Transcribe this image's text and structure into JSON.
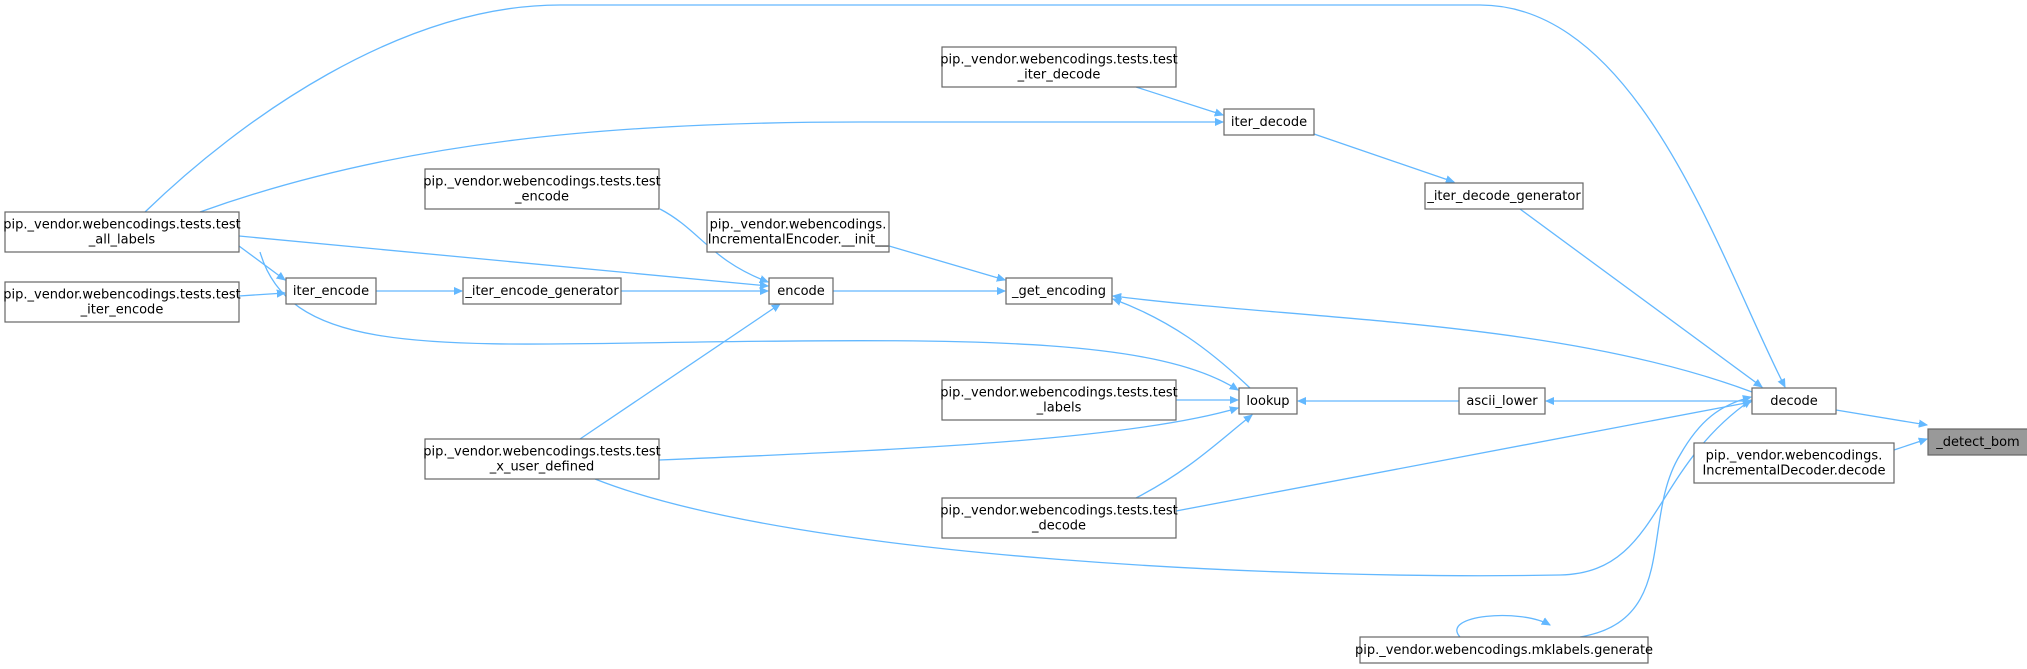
{
  "graph": {
    "nodes": [
      {
        "id": "detect_bom",
        "lines": [
          "_detect_bom"
        ],
        "highlight": true
      },
      {
        "id": "decode",
        "lines": [
          "decode"
        ]
      },
      {
        "id": "incdec_decode",
        "lines": [
          "pip._vendor.webencodings.",
          "IncrementalDecoder.decode"
        ]
      },
      {
        "id": "iter_decode",
        "lines": [
          "iter_decode"
        ]
      },
      {
        "id": "iter_decode_generator",
        "lines": [
          "_iter_decode_generator"
        ]
      },
      {
        "id": "test_iter_decode",
        "lines": [
          "pip._vendor.webencodings.tests.test",
          "_iter_decode"
        ]
      },
      {
        "id": "test_all_labels",
        "lines": [
          "pip._vendor.webencodings.tests.test",
          "_all_labels"
        ]
      },
      {
        "id": "test_encode",
        "lines": [
          "pip._vendor.webencodings.tests.test",
          "_encode"
        ]
      },
      {
        "id": "incenc_init",
        "lines": [
          "pip._vendor.webencodings.",
          "IncrementalEncoder.__init__"
        ]
      },
      {
        "id": "get_encoding",
        "lines": [
          "_get_encoding"
        ]
      },
      {
        "id": "encode",
        "lines": [
          "encode"
        ]
      },
      {
        "id": "iter_encode_generator",
        "lines": [
          "_iter_encode_generator"
        ]
      },
      {
        "id": "iter_encode",
        "lines": [
          "iter_encode"
        ]
      },
      {
        "id": "test_iter_encode",
        "lines": [
          "pip._vendor.webencodings.tests.test",
          "_iter_encode"
        ]
      },
      {
        "id": "lookup",
        "lines": [
          "lookup"
        ]
      },
      {
        "id": "ascii_lower",
        "lines": [
          "ascii_lower"
        ]
      },
      {
        "id": "test_labels",
        "lines": [
          "pip._vendor.webencodings.tests.test",
          "_labels"
        ]
      },
      {
        "id": "test_x_user_defined",
        "lines": [
          "pip._vendor.webencodings.tests.test",
          "_x_user_defined"
        ]
      },
      {
        "id": "test_decode",
        "lines": [
          "pip._vendor.webencodings.tests.test",
          "_decode"
        ]
      },
      {
        "id": "mklabels_generate",
        "lines": [
          "pip._vendor.webencodings.mklabels.generate"
        ]
      }
    ],
    "edges": [
      [
        "decode",
        "detect_bom"
      ],
      [
        "incdec_decode",
        "detect_bom"
      ],
      [
        "test_all_labels",
        "decode"
      ],
      [
        "iter_decode_generator",
        "decode"
      ],
      [
        "test_decode",
        "decode"
      ],
      [
        "test_x_user_defined",
        "decode"
      ],
      [
        "mklabels_generate",
        "decode"
      ],
      [
        "iter_decode",
        "iter_decode_generator"
      ],
      [
        "test_iter_decode",
        "iter_decode"
      ],
      [
        "test_all_labels",
        "iter_decode"
      ],
      [
        "decode",
        "get_encoding"
      ],
      [
        "incenc_init",
        "get_encoding"
      ],
      [
        "encode",
        "get_encoding"
      ],
      [
        "lookup",
        "get_encoding"
      ],
      [
        "test_encode",
        "encode"
      ],
      [
        "test_all_labels",
        "encode"
      ],
      [
        "iter_encode_generator",
        "encode"
      ],
      [
        "test_x_user_defined",
        "encode"
      ],
      [
        "iter_encode",
        "iter_encode_generator"
      ],
      [
        "test_all_labels",
        "iter_encode"
      ],
      [
        "test_iter_encode",
        "iter_encode"
      ],
      [
        "ascii_lower",
        "lookup"
      ],
      [
        "decode",
        "ascii_lower"
      ],
      [
        "test_all_labels",
        "lookup"
      ],
      [
        "test_labels",
        "lookup"
      ],
      [
        "test_x_user_defined",
        "lookup"
      ],
      [
        "test_decode",
        "lookup"
      ],
      [
        "mklabels_generate",
        "mklabels_generate"
      ]
    ]
  },
  "colors": {
    "edge": "#63b8ff",
    "node_border": "#666666",
    "highlight_fill": "#999999",
    "background": "#ffffff"
  }
}
